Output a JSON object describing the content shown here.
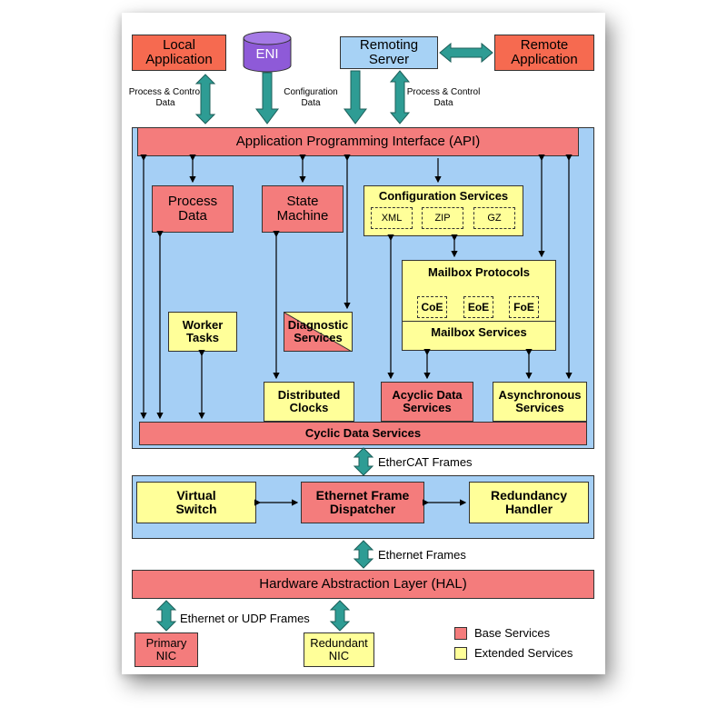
{
  "top": {
    "local_app": "Local Application",
    "eni": "ENI",
    "remoting_server": "Remoting Server",
    "remote_app": "Remote Application",
    "process_control_left": "Process & Control Data",
    "configuration_data": "Configuration Data",
    "process_control_right": "Process & Control Data"
  },
  "api": "Application Programming Interface (API)",
  "core": {
    "process_data": "Process Data",
    "state_machine": "State Machine",
    "configuration_services": "Configuration Services",
    "xml": "XML",
    "zip": "ZIP",
    "gz": "GZ",
    "mailbox_protocols": "Mailbox Protocols",
    "coe": "CoE",
    "eoe": "EoE",
    "foe": "FoE",
    "mailbox_services": "Mailbox Services",
    "worker_tasks": "Worker Tasks",
    "diagnostic_services": "Diagnostic Services",
    "distributed_clocks": "Distributed Clocks",
    "acyclic_data_services": "Acyclic Data Services",
    "asynchronous_services": "Asynchronous Services",
    "cyclic_data_services": "Cyclic Data Services"
  },
  "ethercat_frames": "EtherCAT Frames",
  "link": {
    "virtual_switch": "Virtual Switch",
    "dispatcher": "Ethernet Frame Dispatcher",
    "redundancy": "Redundancy Handler"
  },
  "ethernet_frames": "Ethernet Frames",
  "hal": "Hardware Abstraction Layer (HAL)",
  "eth_udp_frames": "Ethernet or UDP Frames",
  "nic": {
    "primary": "Primary NIC",
    "redundant": "Redundant NIC"
  },
  "legend": {
    "base": "Base Services",
    "extended": "Extended Services",
    "base_color": "#f47c7c",
    "extended_color": "#ffff99"
  }
}
